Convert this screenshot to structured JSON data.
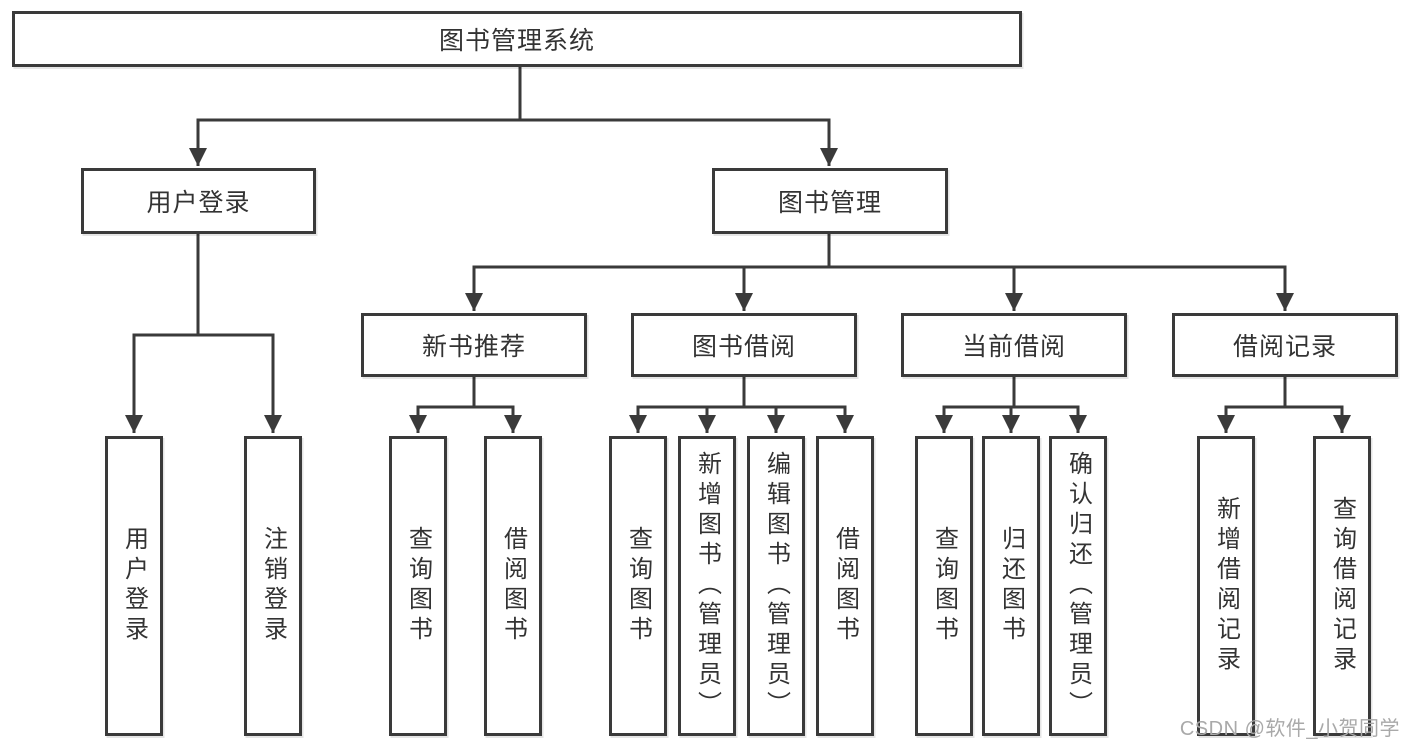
{
  "diagram_title": "图书管理系统",
  "colors": {
    "line": "#3a3a3a",
    "box_border": "#3a3a3a",
    "box_fill": "#ffffff",
    "text": "#333333",
    "watermark": "#a9a9a9",
    "background": "#ffffff"
  },
  "watermark": {
    "text": "CSDN @软件_小贺同学"
  },
  "tree": {
    "root": {
      "label": "图书管理系统"
    },
    "branches": [
      {
        "label": "用户登录",
        "children": [
          {
            "label": "用户登录"
          },
          {
            "label": "注销登录"
          }
        ]
      },
      {
        "label": "图书管理",
        "children": [
          {
            "label": "新书推荐",
            "children": [
              {
                "label": "查询图书"
              },
              {
                "label": "借阅图书"
              }
            ]
          },
          {
            "label": "图书借阅",
            "children": [
              {
                "label": "查询图书"
              },
              {
                "label": "新增图书（管理员）"
              },
              {
                "label": "编辑图书（管理员）"
              },
              {
                "label": "借阅图书"
              }
            ]
          },
          {
            "label": "当前借阅",
            "children": [
              {
                "label": "查询图书"
              },
              {
                "label": "归还图书"
              },
              {
                "label": "确认归还（管理员）"
              }
            ]
          },
          {
            "label": "借阅记录",
            "children": [
              {
                "label": "新增借阅记录"
              },
              {
                "label": "查询借阅记录"
              }
            ]
          }
        ]
      }
    ]
  }
}
